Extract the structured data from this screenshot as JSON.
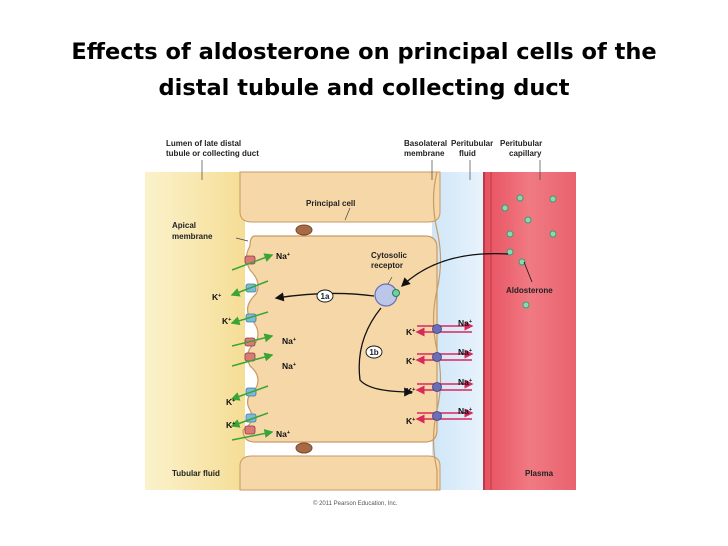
{
  "title": {
    "line1": "Effects of aldosterone on principal cells of the",
    "line2": "distal tubule and collecting duct"
  },
  "labels": {
    "lumen_1": "Lumen of late distal",
    "lumen_2": "tubule or collecting duct",
    "basolateral_1": "Basolateral",
    "basolateral_2": "membrane",
    "peri_fluid_1": "Peritubular",
    "peri_fluid_2": "fluid",
    "peri_cap_1": "Peritubular",
    "peri_cap_2": "capillary",
    "principal_cell": "Principal cell",
    "apical_1": "Apical",
    "apical_2": "membrane",
    "cytosolic_1": "Cytosolic",
    "cytosolic_2": "receptor",
    "aldosterone": "Aldosterone",
    "tubular_fluid": "Tubular fluid",
    "plasma": "Plasma",
    "step_1a": "1a",
    "step_1b": "1b",
    "copyright": "© 2011 Pearson Education, Inc."
  },
  "ions": {
    "na": "Na",
    "k": "K",
    "plus": "+"
  },
  "colors": {
    "lumen": "#f8eab0",
    "cell": "#f6d7a8",
    "peritubular_fluid": "#d8ecfa",
    "capillary": "#ef6f78",
    "channel": "#d97a7a",
    "pump": "#6a6fb8",
    "arrow_green": "#3aa535",
    "arrow_red": "#d9285a",
    "aldosterone": "#3a9c6e"
  }
}
